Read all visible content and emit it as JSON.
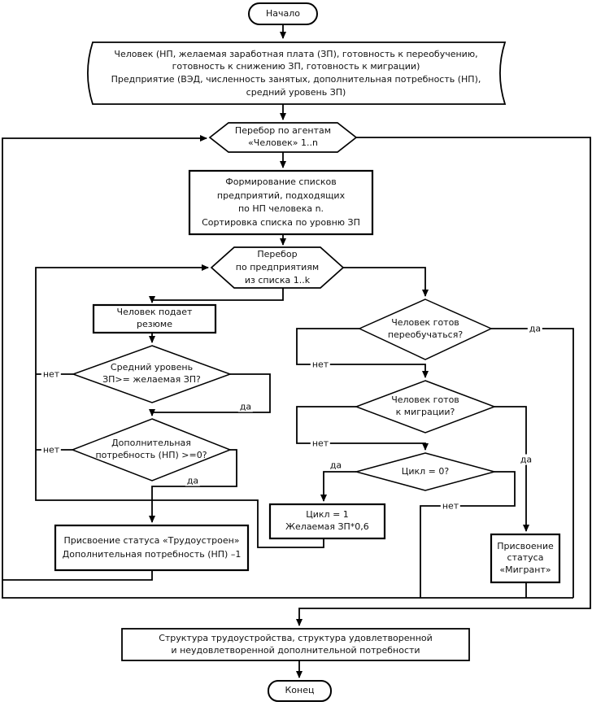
{
  "title": "Блок-схема алгоритма трудоустройства агентов",
  "colors": {
    "line": "#000000",
    "background": "#ffffff",
    "text": "#111111"
  },
  "nodes": {
    "start": "Начало",
    "input_data": "Человек (НП, желаемая заработная плата (ЗП), готовность к переобучению,\nготовность к снижению ЗП, готовность к миграции)\nПредприятие (ВЭД, численность занятых, дополнительная потребность (НП),\nсредний уровень ЗП)",
    "loop_people": "Перебор по агентам\n«Человек» 1..n",
    "form_list": "Формирование списков\nпредприятий, подходящих\nпо НП человека n.\nСортировка списка по уровню ЗП",
    "loop_firms": "Перебор\nпо предприятиям\nиз списка 1..k",
    "submit_resume": "Человек подает\nрезюме",
    "salary_check": "Средний уровень\nЗП>= желаемая ЗП?",
    "need_check": "Дополнительная\nпотребность (НП) >=0?",
    "employed": "Присвоение статуса «Трудоустроен»\nДополнительная потребность (НП) –1",
    "retrain_check": "Человек готов\nпереобучаться?",
    "migration_check": "Человек готов\nк миграции?",
    "cycle_check": "Цикл = 0?",
    "cycle_set": "Цикл = 1\nЖелаемая ЗП*0,6",
    "migrant": "Присвоение\nстатуса\n«Мигрант»",
    "output_data": "Структура трудоустройства, структура удовлетворенной\nи неудовлетворенной дополнительной потребности",
    "end": "Конец"
  },
  "labels": {
    "salary_no": "нет",
    "salary_yes": "да",
    "need_no": "нет",
    "need_yes": "да",
    "retrain_no": "нет",
    "retrain_yes": "да",
    "migration_no": "нет",
    "migration_yes": "да",
    "cycle_yes": "да",
    "cycle_no": "нет"
  }
}
